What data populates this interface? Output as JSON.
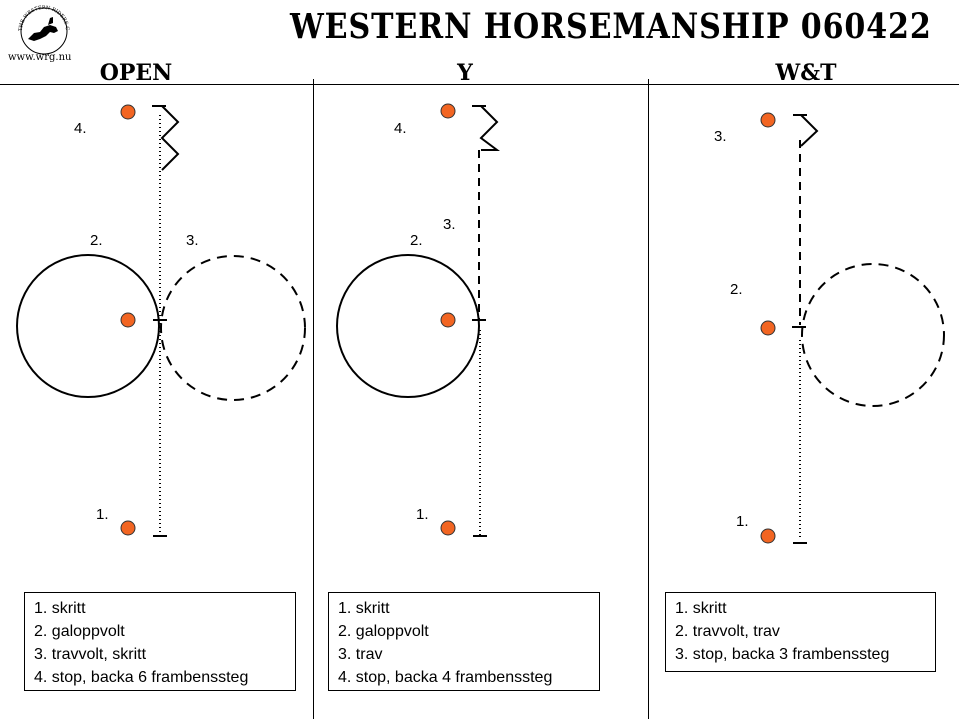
{
  "header": {
    "title": "WESTERN HORSEMANSHIP 060422",
    "logo": {
      "ring_text": "THE WESTERN RIDERS CLUB GOTLAND",
      "url": "www.wrg.nu"
    }
  },
  "columns": [
    {
      "heading": "OPEN",
      "labels": {
        "l4": "4.",
        "l2": "2.",
        "l3": "3.",
        "l1": "1."
      },
      "legend": [
        "1. skritt",
        "2. galoppvolt",
        "3. travvolt, skritt",
        "4. stop, backa 6 frambenssteg"
      ]
    },
    {
      "heading": "Y",
      "labels": {
        "l4": "4.",
        "l3": "3.",
        "l2": "2.",
        "l1": "1."
      },
      "legend": [
        "1. skritt",
        "2. galoppvolt",
        "3. trav",
        "4. stop, backa 4 frambenssteg"
      ]
    },
    {
      "heading": "W&T",
      "labels": {
        "l3": "3.",
        "l2": "2.",
        "l1": "1."
      },
      "legend": [
        "1. skritt",
        "2. travvolt, trav",
        "3. stop, backa 3 frambenssteg"
      ]
    }
  ],
  "colors": {
    "cone": "#f26522",
    "line": "#000000",
    "background": "#ffffff"
  }
}
